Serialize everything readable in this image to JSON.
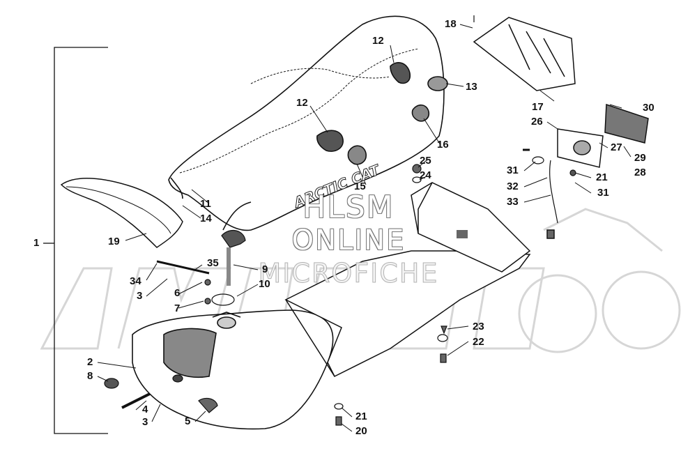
{
  "watermark": {
    "line1": "HLSM",
    "line2": "ONLINE",
    "line3": "MICROFICHE"
  },
  "seat_logo": "ARCTIC CAT",
  "callouts": [
    {
      "id": "1",
      "text": "1"
    },
    {
      "id": "2",
      "text": "2"
    },
    {
      "id": "3a",
      "text": "3"
    },
    {
      "id": "3b",
      "text": "3"
    },
    {
      "id": "4",
      "text": "4"
    },
    {
      "id": "5",
      "text": "5"
    },
    {
      "id": "6",
      "text": "6"
    },
    {
      "id": "7",
      "text": "7"
    },
    {
      "id": "8",
      "text": "8"
    },
    {
      "id": "9",
      "text": "9"
    },
    {
      "id": "10",
      "text": "10"
    },
    {
      "id": "11",
      "text": "11"
    },
    {
      "id": "12a",
      "text": "12"
    },
    {
      "id": "12b",
      "text": "12"
    },
    {
      "id": "13",
      "text": "13"
    },
    {
      "id": "14",
      "text": "14"
    },
    {
      "id": "15",
      "text": "15"
    },
    {
      "id": "16",
      "text": "16"
    },
    {
      "id": "17",
      "text": "17"
    },
    {
      "id": "18",
      "text": "18"
    },
    {
      "id": "19",
      "text": "19"
    },
    {
      "id": "20",
      "text": "20"
    },
    {
      "id": "21a",
      "text": "21"
    },
    {
      "id": "21b",
      "text": "21"
    },
    {
      "id": "22",
      "text": "22"
    },
    {
      "id": "23",
      "text": "23"
    },
    {
      "id": "24",
      "text": "24"
    },
    {
      "id": "25",
      "text": "25"
    },
    {
      "id": "26",
      "text": "26"
    },
    {
      "id": "27",
      "text": "27"
    },
    {
      "id": "28",
      "text": "28"
    },
    {
      "id": "29",
      "text": "29"
    },
    {
      "id": "30",
      "text": "30"
    },
    {
      "id": "31a",
      "text": "31"
    },
    {
      "id": "31b",
      "text": "31"
    },
    {
      "id": "32",
      "text": "32"
    },
    {
      "id": "33",
      "text": "33"
    },
    {
      "id": "34",
      "text": "34"
    },
    {
      "id": "35",
      "text": "35"
    }
  ]
}
